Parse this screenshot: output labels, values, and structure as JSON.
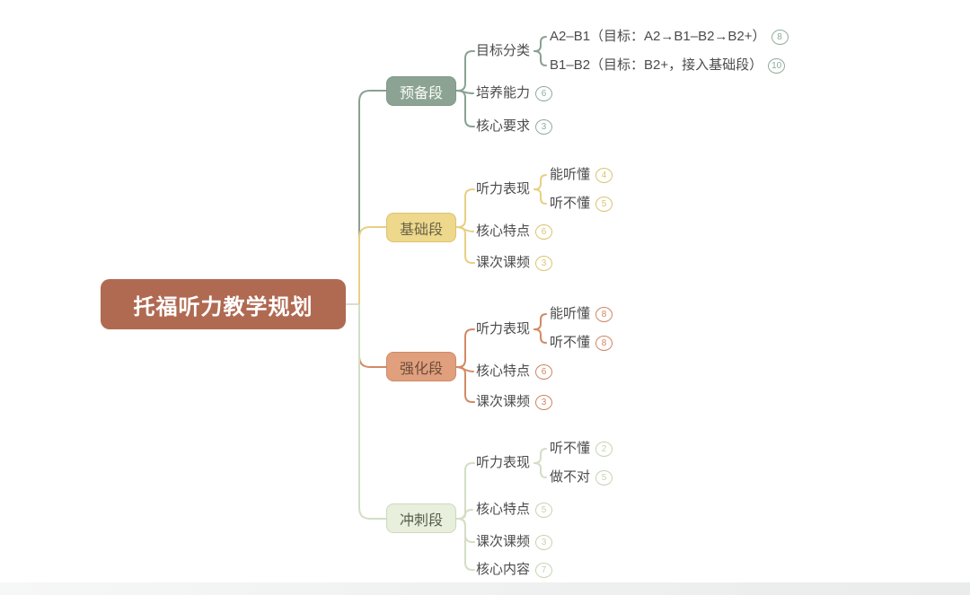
{
  "root": {
    "label": "托福听力教学规划"
  },
  "colors": {
    "root_fill": "#b06a52",
    "prep_fill": "#8ca394",
    "basic_fill": "#edd88c",
    "intensive_fill": "#e0a07e",
    "sprint_fill": "#e8efdd",
    "prep_line": "#8aa293",
    "basic_line": "#e7d084",
    "intensive_line": "#d28a64",
    "sprint_line": "#d3dec4"
  },
  "tree": {
    "branches": [
      {
        "label": "预备段",
        "children": [
          {
            "label": "目标分类",
            "children": [
              {
                "label": "A2–B1（目标：A2→B1–B2→B2+）",
                "count": "8"
              },
              {
                "label": "B1–B2（目标：B2+，接入基础段）",
                "count": "10"
              }
            ]
          },
          {
            "label": "培养能力",
            "count": "6"
          },
          {
            "label": "核心要求",
            "count": "3"
          }
        ]
      },
      {
        "label": "基础段",
        "children": [
          {
            "label": "听力表现",
            "children": [
              {
                "label": "能听懂",
                "count": "4"
              },
              {
                "label": "听不懂",
                "count": "5"
              }
            ]
          },
          {
            "label": "核心特点",
            "count": "6"
          },
          {
            "label": "课次课频",
            "count": "3"
          }
        ]
      },
      {
        "label": "强化段",
        "children": [
          {
            "label": "听力表现",
            "children": [
              {
                "label": "能听懂",
                "count": "8"
              },
              {
                "label": "听不懂",
                "count": "8"
              }
            ]
          },
          {
            "label": "核心特点",
            "count": "6"
          },
          {
            "label": "课次课频",
            "count": "3"
          }
        ]
      },
      {
        "label": "冲刺段",
        "children": [
          {
            "label": "听力表现",
            "children": [
              {
                "label": "听不懂",
                "count": "2"
              },
              {
                "label": "做不对",
                "count": "5"
              }
            ]
          },
          {
            "label": "核心特点",
            "count": "5"
          },
          {
            "label": "课次课频",
            "count": "3"
          },
          {
            "label": "核心内容",
            "count": "7"
          }
        ]
      }
    ]
  }
}
